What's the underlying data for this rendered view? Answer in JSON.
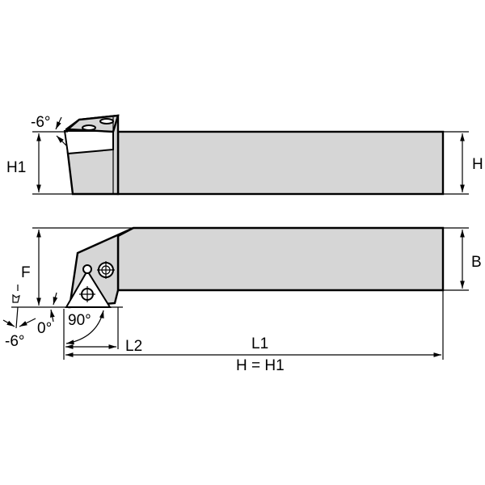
{
  "drawing": {
    "title": "Turning tool holder dimension drawing",
    "fill_color": "#d6d6d6",
    "line_color": "#000000",
    "background": "#ffffff"
  },
  "labels": {
    "side_view_angle": "-6°",
    "h1": "H1",
    "h": "H",
    "b": "B",
    "f": "F",
    "inclination_angle": "-6°",
    "rake_angle": "0°",
    "approach_angle": "90°",
    "l2": "L2",
    "l1": "L1",
    "h_equals_h1": "H = H1"
  }
}
